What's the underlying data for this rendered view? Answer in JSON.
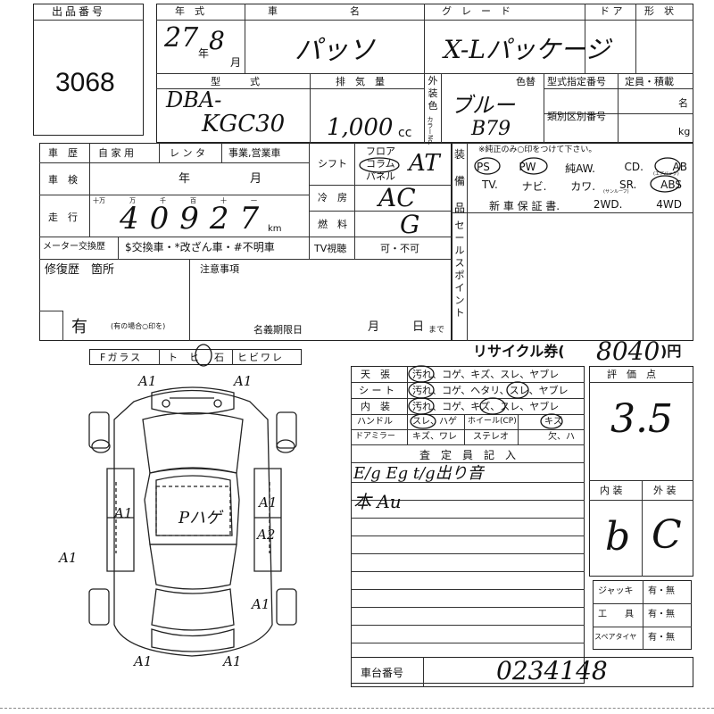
{
  "lot": {
    "label": "出品番号",
    "value": "3068"
  },
  "year_model": {
    "header_year": "年　式",
    "header_car": "車　　　名",
    "header_grade": "グ　レ　ー　ド",
    "header_door": "ド ア",
    "header_shape": "形　状",
    "year_hw": "27",
    "month_hw": "8",
    "year_unit": "年",
    "month_unit": "月",
    "car_name_hw": "パッソ",
    "grade_hw": "X-Lパッケージ"
  },
  "model": {
    "label": "型　　　式",
    "value_line1": "DBA-",
    "value_line2": "KGC30",
    "disp_label": "排　気　量",
    "disp_value": "1,000",
    "disp_unit": "cc",
    "ext_label": "外装色",
    "color_no_label": "カラーNo.",
    "color_label": "色替",
    "color_hw": "ブルー",
    "color_code_hw": "B79",
    "type_spec_label": "型式指定番号",
    "type_class_label": "類別区別番号",
    "capacity_label": "定員・積載",
    "capacity_unit1": "名",
    "capacity_unit2": "kg"
  },
  "history": {
    "label": "車　歴",
    "opt1": "自 家 用",
    "opt2": "レ ン タ",
    "opt3": "事業,営業車",
    "inspection_label": "車　検",
    "year_unit": "年",
    "month_unit": "月",
    "mileage_label": "走　行",
    "mileage_heads": [
      "十万",
      "万",
      "千",
      "百",
      "十",
      "一"
    ],
    "mileage_hw": "40927",
    "mileage_unit": "km",
    "meter_label": "メーター交換歴",
    "meter_opts": "$交換車・*改ざん車・#不明車",
    "repair_label": "修復歴　箇所",
    "repair_value": "有",
    "repair_note": "(有の場合○印を)"
  },
  "shift": {
    "label": "シフト",
    "opt1": "フロア",
    "opt2": "コラム",
    "opt3": "パネル",
    "value_hw": "AT",
    "ac_label": "冷　房",
    "ac_hw": "AC",
    "fuel_label": "燃　料",
    "fuel_hw": "G",
    "tv_label": "TV視聴",
    "tv_opts": "可・不可"
  },
  "equipment": {
    "label": "装備品",
    "note": "※純正のみ○印をつけて下さい。",
    "row1": [
      "PS",
      "PW",
      "純AW.",
      "CD.",
      "AB"
    ],
    "row1_small": "(エアバッグ)",
    "row2": [
      "TV.",
      "ナビ.",
      "カワ.",
      "SR.",
      "ABS"
    ],
    "row2_small": "(サンルーフ)",
    "row3": [
      "新 車 保 証 書.",
      "2WD.",
      "4WD"
    ]
  },
  "sales_point": {
    "label": "セールスポイント"
  },
  "notes": {
    "label": "注意事項",
    "deadline": "名義期限日",
    "month": "月",
    "day": "日",
    "until": "まで"
  },
  "recycle": {
    "label": "リサイクル券(",
    "value_hw": "8040",
    "unit": ")円"
  },
  "glass": {
    "label1": "Fガラス",
    "label2": "ト",
    "label3": "ヒ",
    "label4": "石",
    "label5": "ヒビワレ"
  },
  "diagram": {
    "marks": [
      "A1",
      "A1",
      "A1",
      "A2",
      "A1",
      "A1",
      "A1",
      "A1",
      "A1"
    ],
    "roof_hw": "Pハゲ"
  },
  "interior": {
    "rows": [
      {
        "label": "天　張",
        "opts": "汚れ、コゲ、キズ、スレ、ヤブレ"
      },
      {
        "label": "シ ー ト",
        "opts": "汚れ、コゲ、ヘタリ、スレ、ヤブレ"
      },
      {
        "label": "内　装",
        "opts": "汚れ、コゲ、キズ、スレ、ヤブレ"
      }
    ],
    "handle_label": "ハンドル",
    "handle_opts": "スレ、ハゲ",
    "wheel_label": "ホイール(CP)",
    "wheel_opts": "キズ",
    "mirror_label": "ドアミラー",
    "mirror_opts": "キズ、ワレ",
    "stereo_label": "ステレオ",
    "stereo_opts": "欠、ハ"
  },
  "inspector": {
    "label": "査　定　員　記　入",
    "line1_hw": "E/g  Eg  t/g出り音",
    "line2_hw": "本 Au"
  },
  "score": {
    "label": "評　価　点",
    "value_hw": "3.5",
    "interior_label": "内 装",
    "exterior_label": "外 装",
    "interior_hw": "b",
    "exterior_hw": "C"
  },
  "tools": [
    {
      "label": "ジャッキ",
      "opts": "有・無"
    },
    {
      "label": "工　　具",
      "opts": "有・無"
    },
    {
      "label": "スペアタイヤ",
      "opts": "有・無"
    }
  ],
  "chassis": {
    "label": "車台番号",
    "value_hw": "0234148"
  }
}
